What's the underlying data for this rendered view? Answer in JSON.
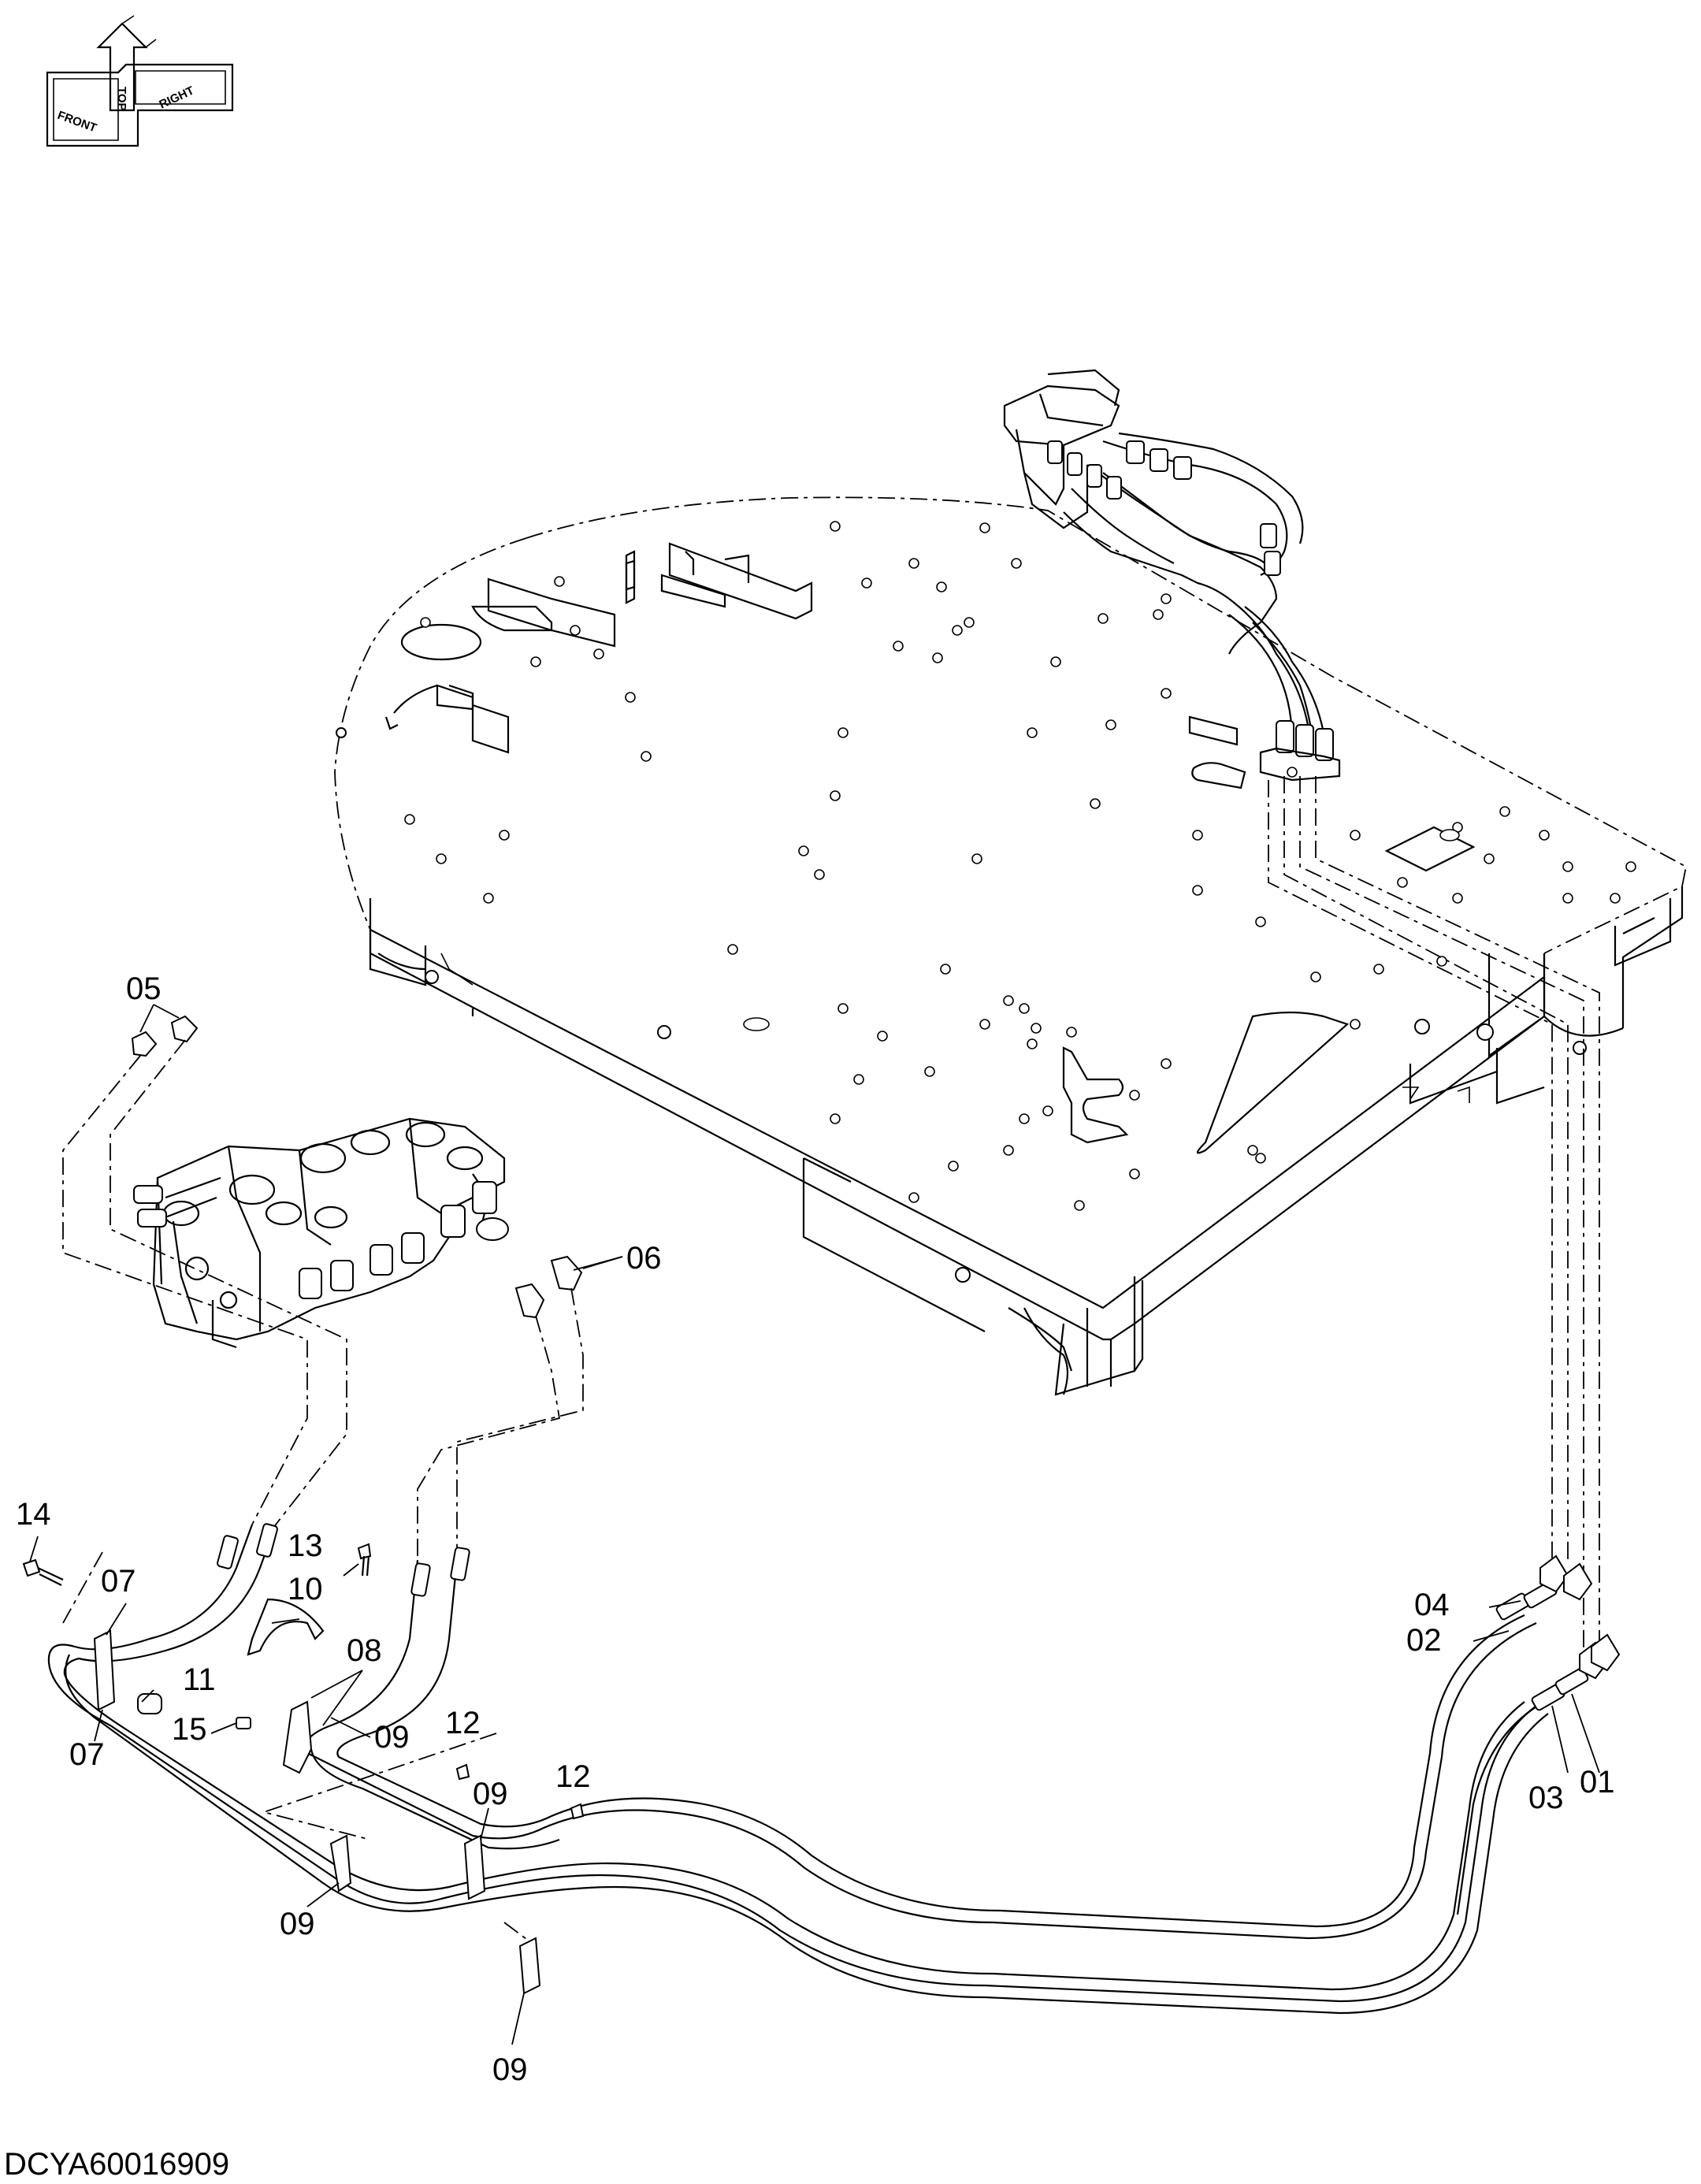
{
  "drawing": {
    "drawing_code": "DCYA60016909",
    "orientation_symbol": {
      "labels": [
        "TOP",
        "FRONT",
        "RIGHT"
      ]
    },
    "callouts": [
      {
        "id": "01",
        "text": "01"
      },
      {
        "id": "02",
        "text": "02"
      },
      {
        "id": "03",
        "text": "03"
      },
      {
        "id": "04",
        "text": "04"
      },
      {
        "id": "05",
        "text": "05"
      },
      {
        "id": "06",
        "text": "06"
      },
      {
        "id": "07a",
        "text": "07"
      },
      {
        "id": "07b",
        "text": "07"
      },
      {
        "id": "08",
        "text": "08"
      },
      {
        "id": "09a",
        "text": "09"
      },
      {
        "id": "09b",
        "text": "09"
      },
      {
        "id": "09c",
        "text": "09"
      },
      {
        "id": "09d",
        "text": "09"
      },
      {
        "id": "10",
        "text": "10"
      },
      {
        "id": "11",
        "text": "11"
      },
      {
        "id": "12a",
        "text": "12"
      },
      {
        "id": "12b",
        "text": "12"
      },
      {
        "id": "13",
        "text": "13"
      },
      {
        "id": "14",
        "text": "14"
      },
      {
        "id": "15",
        "text": "15"
      }
    ]
  }
}
